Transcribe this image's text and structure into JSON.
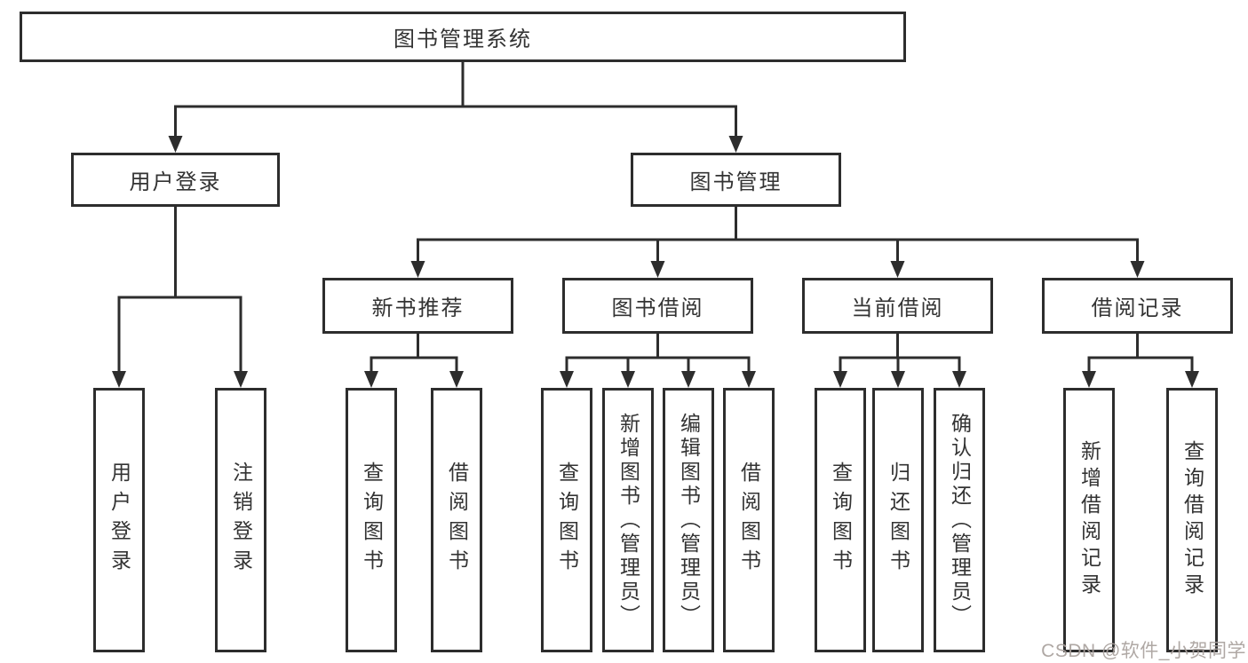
{
  "diagram": {
    "title": "图书管理系统",
    "nodes": {
      "root": "图书管理系统",
      "level2": [
        "用户登录",
        "图书管理"
      ],
      "level3": [
        "新书推荐",
        "图书借阅",
        "当前借阅",
        "借阅记录"
      ],
      "leaves": [
        "用户登录",
        "注销登录",
        "查询图书",
        "借阅图书",
        "查询图书",
        "新增图书（管理员）",
        "编辑图书（管理员）",
        "借阅图书",
        "查询图书",
        "归还图书",
        "确认归还（管理员）",
        "新增借阅记录",
        "查询借阅记录"
      ]
    },
    "hierarchy": {
      "图书管理系统": {
        "用户登录": [
          "用户登录",
          "注销登录"
        ],
        "图书管理": {
          "新书推荐": [
            "查询图书",
            "借阅图书"
          ],
          "图书借阅": [
            "查询图书",
            "新增图书（管理员）",
            "编辑图书（管理员）",
            "借阅图书"
          ],
          "当前借阅": [
            "查询图书",
            "归还图书",
            "确认归还（管理员）"
          ],
          "借阅记录": [
            "新增借阅记录",
            "查询借阅记录"
          ]
        }
      }
    },
    "colors": {
      "line": "#2d2d2d",
      "box_border": "#2d2d2d",
      "box_background": "#ffffff",
      "text": "#333333",
      "page_background": "#ffffff",
      "watermark": "#a9a19d"
    }
  },
  "watermark": {
    "text": "CSDN @软件_小贺同学"
  }
}
